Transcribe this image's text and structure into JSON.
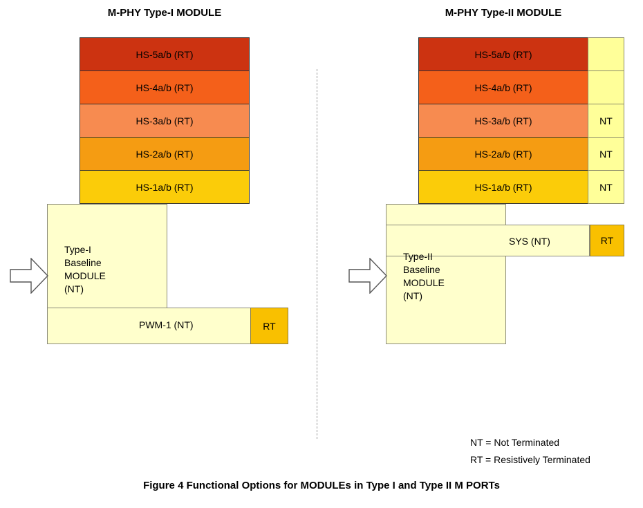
{
  "figure": {
    "caption": "Figure 4 Functional Options for MODULEs in Type I and Type II M PORTs"
  },
  "legend": {
    "lines": "NT = Not Terminated\nRT = Resistively Terminated"
  },
  "colors": {
    "hs5": "#cc3311",
    "hs4": "#f4601a",
    "hs3": "#f78b50",
    "hs2": "#f59c12",
    "hs1": "#fbcc09",
    "module_fill": "#ffffcc",
    "nt_fill": "#ffff99",
    "rt_fill": "#f9c000",
    "divider": "#9a9a9a"
  },
  "modules": [
    {
      "id": "type-i",
      "title": "M-PHY Type-I MODULE",
      "rows": [
        {
          "label": "HS-5a/b (RT)",
          "color": "#cc3311",
          "side": ""
        },
        {
          "label": "HS-4a/b (RT)",
          "color": "#f4601a",
          "side": ""
        },
        {
          "label": "HS-3a/b (RT)",
          "color": "#f78b50",
          "side": ""
        },
        {
          "label": "HS-2a/b (RT)",
          "color": "#f59c12",
          "side": ""
        },
        {
          "label": "HS-1a/b (RT)",
          "color": "#fbcc09",
          "side": ""
        }
      ],
      "baseline": {
        "label": "Type-I\nBaseline\nMODULE\n(NT)",
        "arm_label": "PWM-1 (NT)",
        "terminator": "RT"
      },
      "input_arrow": "input-arrow"
    },
    {
      "id": "type-ii",
      "title": "M-PHY Type-II MODULE",
      "rows": [
        {
          "label": "HS-5a/b (RT)",
          "color": "#cc3311",
          "side": ""
        },
        {
          "label": "HS-4a/b (RT)",
          "color": "#f4601a",
          "side": ""
        },
        {
          "label": "HS-3a/b (RT)",
          "color": "#f78b50",
          "side": "NT"
        },
        {
          "label": "HS-2a/b (RT)",
          "color": "#f59c12",
          "side": "NT"
        },
        {
          "label": "HS-1a/b (RT)",
          "color": "#fbcc09",
          "side": "NT"
        }
      ],
      "baseline": {
        "label": "Type-II\nBaseline\nMODULE\n(NT)",
        "arm_label": "SYS (NT)",
        "terminator": "RT"
      },
      "input_arrow": "input-arrow"
    }
  ]
}
